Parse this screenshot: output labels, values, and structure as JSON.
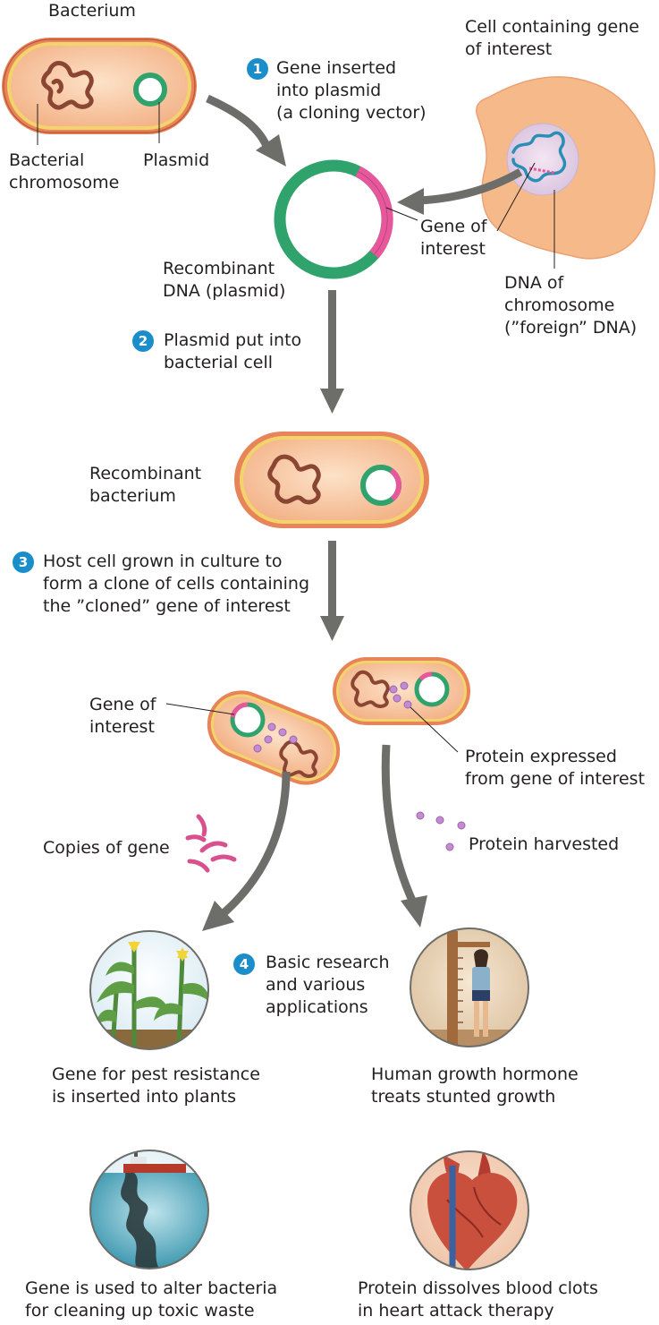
{
  "labels": {
    "bacterium": "Bacterium",
    "cell_gene": "Cell containing gene\nof interest",
    "bacterial_chromosome": "Bacterial\nchromosome",
    "plasmid": "Plasmid",
    "gene_of_interest_top": "Gene of\ninterest",
    "recombinant_dna": "Recombinant\nDNA (plasmid)",
    "dna_chromosome": "DNA of\nchromosome\n(”foreign” DNA)",
    "recombinant_bacterium": "Recombinant\nbacterium",
    "gene_of_interest_low": "Gene of\ninterest",
    "protein_expressed": "Protein expressed\nfrom gene of interest",
    "copies_of_gene": "Copies of gene",
    "protein_harvested": "Protein harvested",
    "pest_resistance": "Gene for pest resistance\nis inserted into plants",
    "growth_hormone": "Human growth hormone\ntreats stunted growth",
    "toxic_waste": "Gene is used to alter bacteria\nfor cleaning up toxic waste",
    "blood_clots": "Protein dissolves blood clots\nin heart attack therapy"
  },
  "steps": [
    {
      "number": "1",
      "text": "Gene inserted\ninto plasmid\n(a cloning vector)"
    },
    {
      "number": "2",
      "text": "Plasmid  put into\nbacterial cell"
    },
    {
      "number": "3",
      "text": "Host cell grown in culture to\nform a clone of cells containing\nthe ”cloned” gene of interest"
    },
    {
      "number": "4",
      "text": "Basic research\nand various\napplications"
    }
  ],
  "colors": {
    "cell_fill": "#f7c59f",
    "cell_membrane": "#e07a4f",
    "cell_wall_inner": "#f3d36b",
    "chromosome": "#8a4632",
    "plasmid_green": "#2fa36b",
    "gene_pink": "#e8579b",
    "arrow_gray": "#6d6d69",
    "step_blue": "#1b8ec9",
    "protein_purple": "#c38bd1",
    "foreign_dna": "#2a8fb4"
  }
}
